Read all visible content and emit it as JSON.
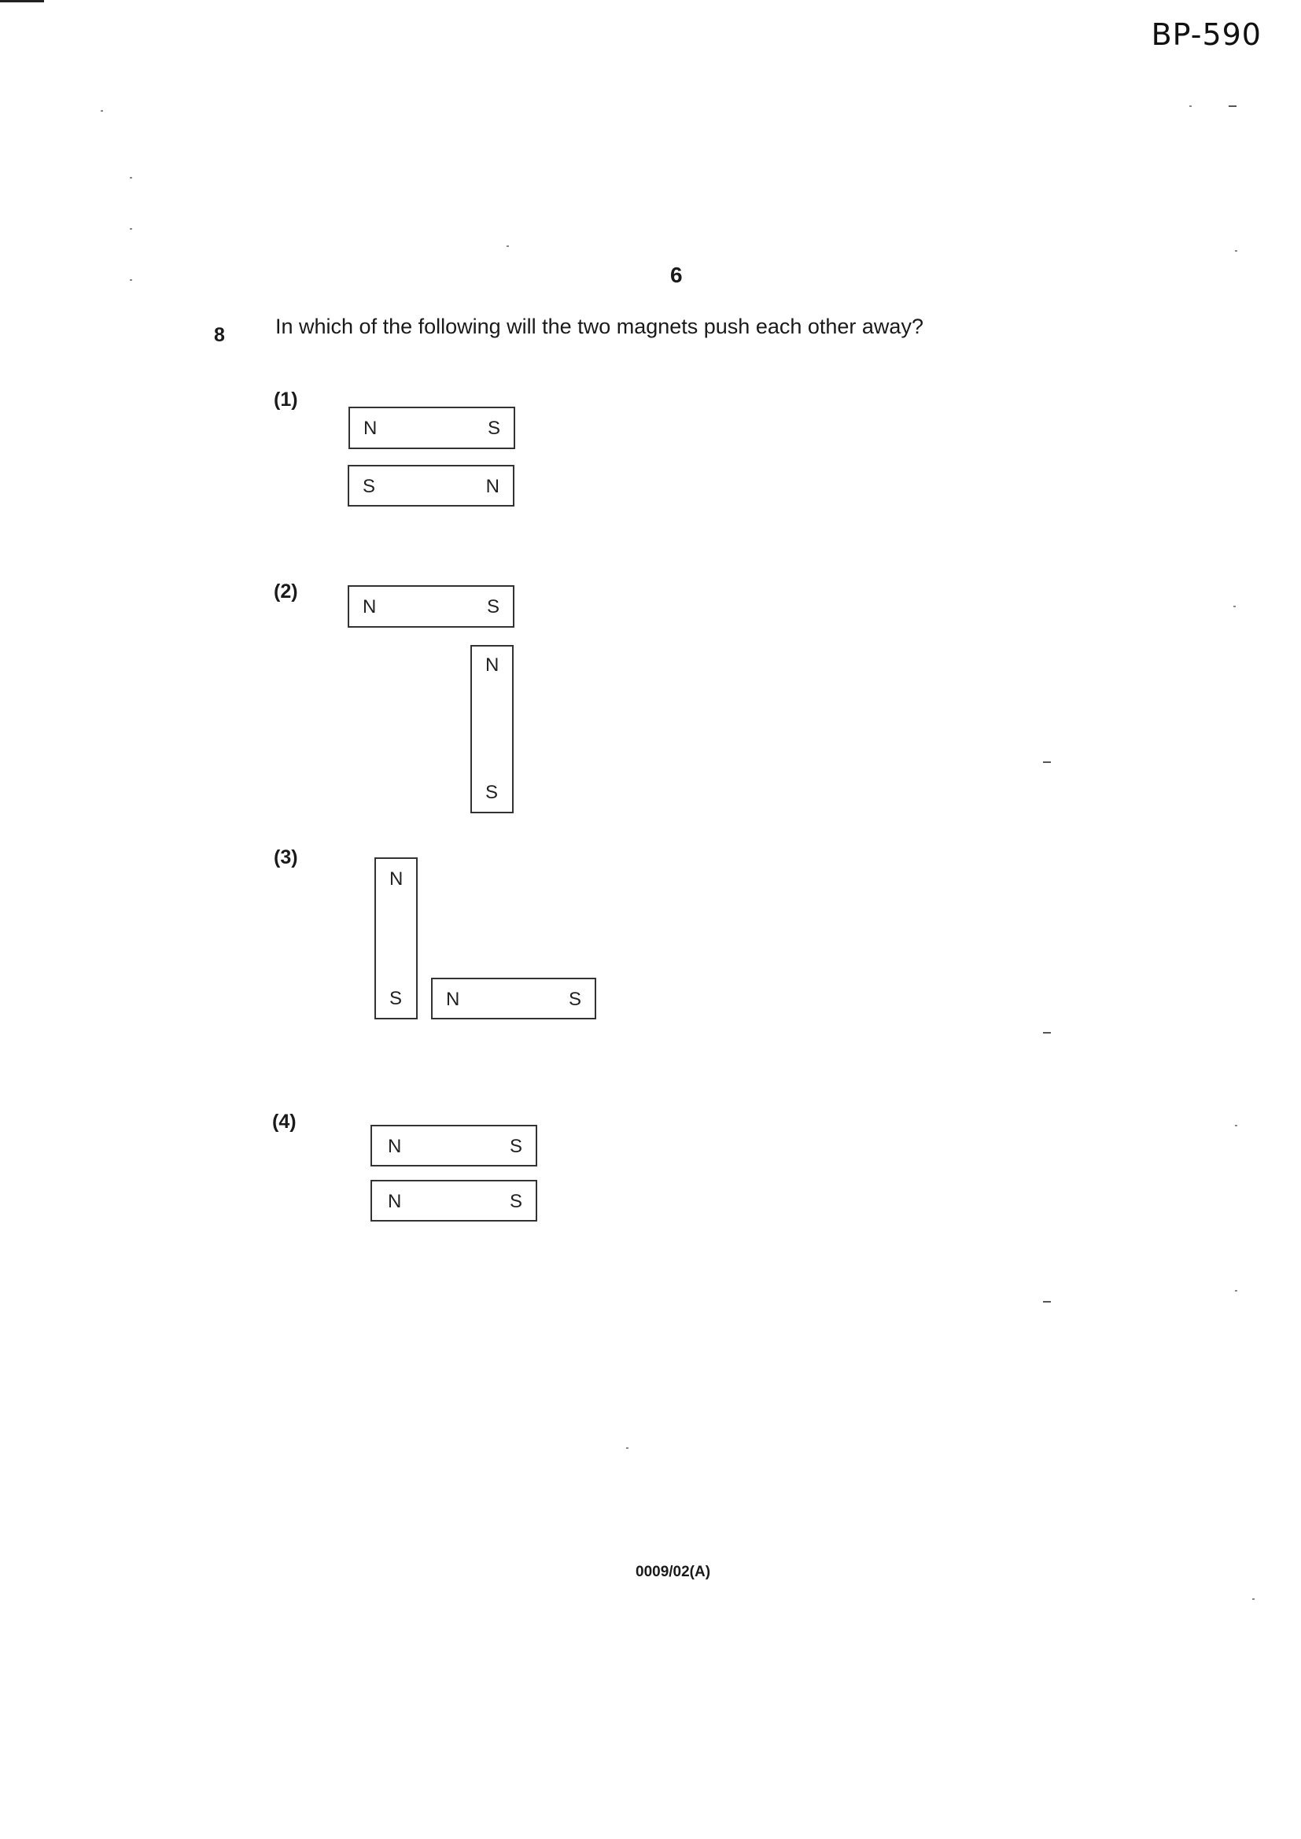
{
  "header": {
    "doc_code": "BP-590",
    "page_number": "6"
  },
  "question": {
    "number": "8",
    "text": "In which of the following will the two magnets push each other away?"
  },
  "options": [
    {
      "label": "(1)",
      "magnets": [
        {
          "orientation": "horizontal",
          "poles": [
            "N",
            "S"
          ]
        },
        {
          "orientation": "horizontal",
          "poles": [
            "S",
            "N"
          ]
        }
      ]
    },
    {
      "label": "(2)",
      "magnets": [
        {
          "orientation": "horizontal",
          "poles": [
            "N",
            "S"
          ]
        },
        {
          "orientation": "vertical",
          "poles": [
            "N",
            "S"
          ]
        }
      ]
    },
    {
      "label": "(3)",
      "magnets": [
        {
          "orientation": "vertical",
          "poles": [
            "N",
            "S"
          ]
        },
        {
          "orientation": "horizontal",
          "poles": [
            "N",
            "S"
          ]
        }
      ]
    },
    {
      "label": "(4)",
      "magnets": [
        {
          "orientation": "horizontal",
          "poles": [
            "N",
            "S"
          ]
        },
        {
          "orientation": "horizontal",
          "poles": [
            "N",
            "S"
          ]
        }
      ]
    }
  ],
  "footer": {
    "code": "0009/02(A)"
  }
}
